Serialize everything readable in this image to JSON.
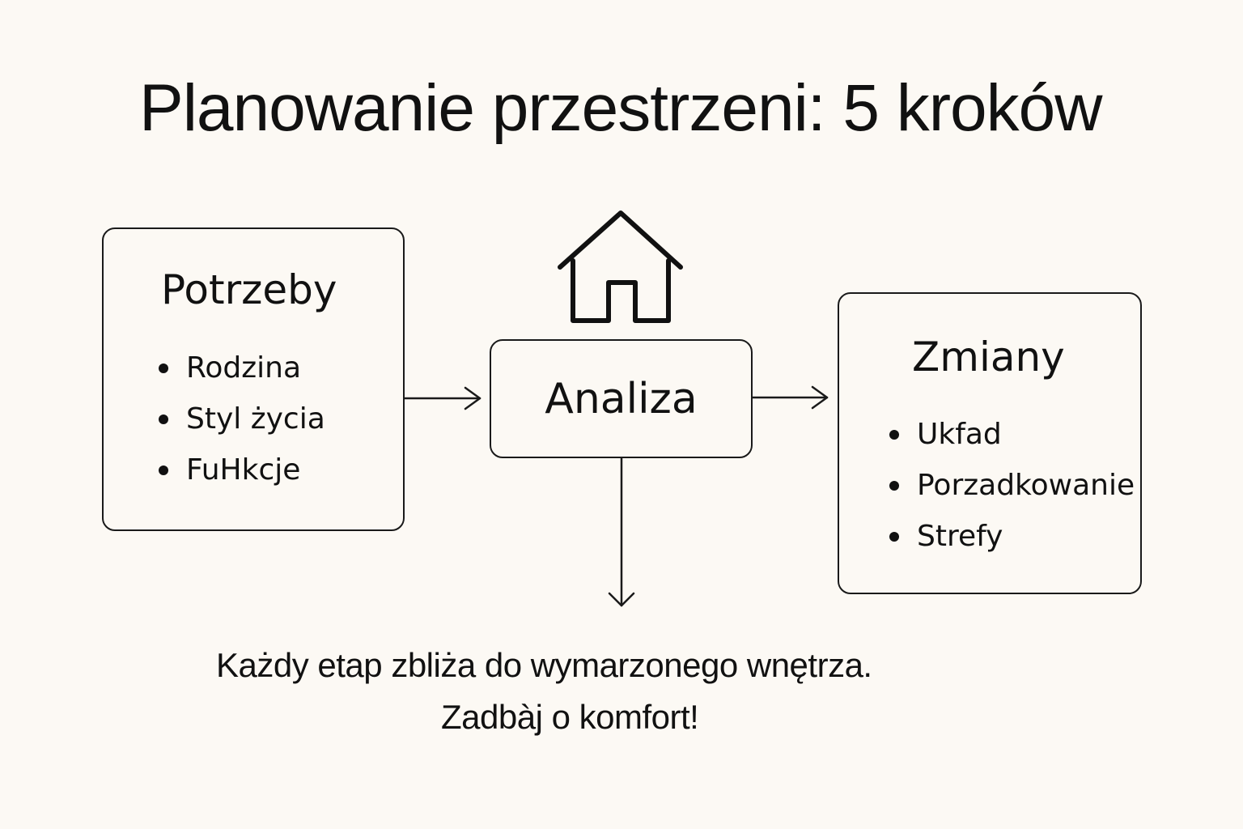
{
  "title": "Planowanie przestrzeni: 5 kroków",
  "colors": {
    "background": "#fcf9f4",
    "stroke": "#1a1a1a",
    "text": "#111111"
  },
  "nodes": {
    "potrzeby": {
      "heading": "Potrzeby",
      "items": [
        "Rodzina",
        "Styl życia",
        "FuHkcje"
      ]
    },
    "analiza": {
      "heading": "Analiza",
      "icon": "house-icon"
    },
    "zmiany": {
      "heading": "Zmiany",
      "items": [
        "Ukfad",
        "Porzadkowanie",
        "Strefy"
      ]
    }
  },
  "edges": [
    {
      "from": "potrzeby",
      "to": "analiza",
      "direction": "right"
    },
    {
      "from": "analiza",
      "to": "zmiany",
      "direction": "right"
    },
    {
      "from": "analiza",
      "to": "footer",
      "direction": "down"
    }
  ],
  "footer": {
    "line1": "Każdy etap zbliża do wymarzonego wnętrza.",
    "line2": "Zadbàj o komfort!"
  }
}
